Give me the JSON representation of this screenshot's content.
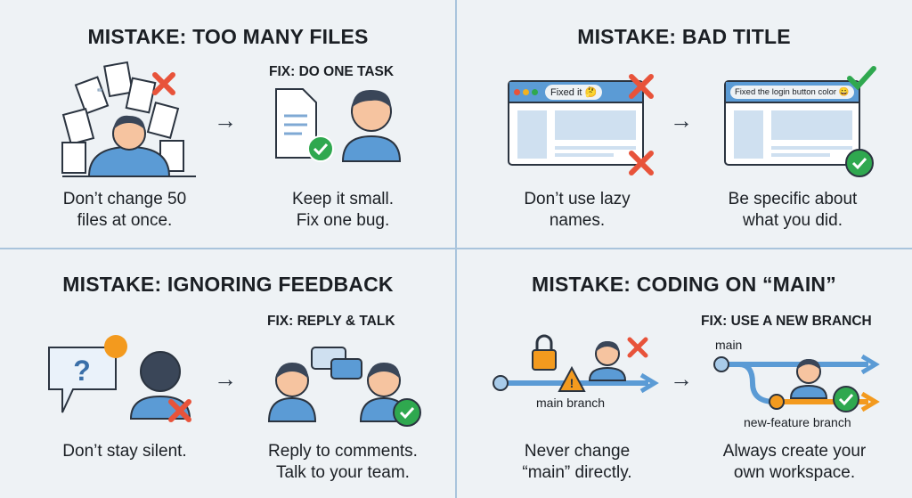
{
  "panels": [
    {
      "title": "MISTAKE: TOO MANY FILES",
      "fix": "FIX: DO ONE TASK",
      "bad_caption": [
        "Don’t change 50",
        "files at once."
      ],
      "good_caption": [
        "Keep it small.",
        "Fix one bug."
      ]
    },
    {
      "title": "MISTAKE: BAD TITLE",
      "bad_window_title": "Fixed it 🤔",
      "good_window_title": "Fixed the login button color 😀",
      "bad_caption": [
        "Don’t use lazy",
        "names."
      ],
      "good_caption": [
        "Be specific about",
        "what you did."
      ]
    },
    {
      "title": "MISTAKE: IGNORING FEEDBACK",
      "fix": "FIX: REPLY & TALK",
      "bad_caption": [
        "Don’t stay silent."
      ],
      "good_caption": [
        "Reply to comments.",
        "Talk to your team."
      ]
    },
    {
      "title": "MISTAKE: CODING ON “MAIN”",
      "fix": "FIX: USE A NEW BRANCH",
      "bad_label": "main branch",
      "main_label": "main",
      "feature_label": "new-feature branch",
      "bad_caption": [
        "Never change",
        "“main” directly."
      ],
      "good_caption": [
        "Always create your",
        "own workspace."
      ]
    }
  ],
  "arrow": "→",
  "colors": {
    "bg": "#eef2f5",
    "blue": "#5b9bd5",
    "red": "#e8533a",
    "green": "#2fa84f",
    "orange": "#f39a1e",
    "skin": "#f6c4a0",
    "hair": "#3a4658"
  }
}
